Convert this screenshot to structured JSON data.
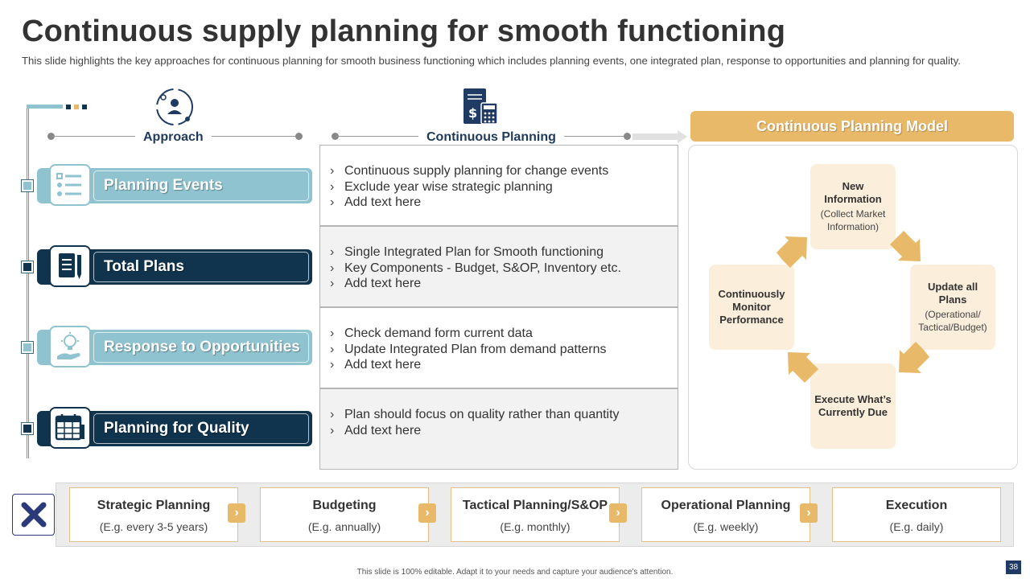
{
  "title": "Continuous supply planning for smooth functioning",
  "subtitle": "This slide highlights the key approaches for continuous planning for smooth business functioning which includes planning events, one integrated plan, response to opportunities and planning for quality.",
  "headers": {
    "approach": "Approach",
    "continuous_planning": "Continuous  Planning"
  },
  "approaches": [
    {
      "label": "Planning Events",
      "icon": "checklist-icon",
      "color": "#8fc3d0",
      "bullets": [
        "Continuous supply planning  for change events",
        "Exclude year wise strategic planning",
        "Add text here"
      ]
    },
    {
      "label": "Total Plans",
      "icon": "document-pencil-icon",
      "color": "#10344d",
      "bullets": [
        "Single Integrated Plan for Smooth functioning",
        "Key Components - Budget, S&OP, Inventory  etc.",
        "Add text here"
      ]
    },
    {
      "label": "Response to Opportunities",
      "icon": "idea-hand-icon",
      "color": "#8fc3d0",
      "bullets": [
        "Check demand form current data",
        "Update Integrated Plan from demand patterns",
        "Add text here"
      ]
    },
    {
      "label": "Planning for Quality",
      "icon": "calendar-pencil-icon",
      "color": "#10344d",
      "bullets": [
        "Plan should focus on quality rather than quantity",
        "Add text here"
      ]
    }
  ],
  "model": {
    "title": "Continuous Planning Model",
    "nodes": [
      {
        "title": "New Information",
        "sub": "(Collect Market Information)"
      },
      {
        "title": "Update all Plans",
        "sub": "(Operational/ Tactical/Budget)"
      },
      {
        "title": "Execute What’s Currently Due",
        "sub": ""
      },
      {
        "title": "Continuously Monitor Performance",
        "sub": ""
      }
    ]
  },
  "steps": [
    {
      "title": "Strategic Planning",
      "sub": "(E.g. every 3-5 years)"
    },
    {
      "title": "Budgeting",
      "sub": "(E.g. annually)"
    },
    {
      "title": "Tactical Planning/S&OP",
      "sub": "(E.g. monthly)"
    },
    {
      "title": "Operational Planning",
      "sub": "(E.g. weekly)"
    },
    {
      "title": "Execution",
      "sub": "(E.g. daily)"
    }
  ],
  "footer": "This slide is 100% editable. Adapt it to your needs and capture your audience's attention.",
  "page_number": "38",
  "colors": {
    "teal": "#8fc3d0",
    "navy": "#10344d",
    "gold": "#e9b96a",
    "cream": "#fbeedb"
  }
}
